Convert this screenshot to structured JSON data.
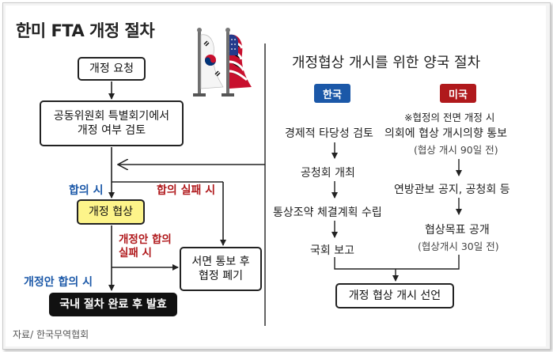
{
  "left_title": "한미 FTA 개정 절차",
  "right_title": "개정협상 개시를 위한 양국 절차",
  "left_flow": {
    "request": "개정 요청",
    "committee_line1": "공동위원회 특별회기에서",
    "committee_line2": "개정 여부 검토",
    "agree_label": "합의 시",
    "fail_label": "합의 실패 시",
    "negotiation": "개정 협상",
    "amend_fail_line1": "개정안 합의",
    "amend_fail_line2": "실패 시",
    "amend_agree_label": "개정안 합의 시",
    "notice_line1": "서면 통보 후",
    "notice_line2": "협정 폐기",
    "final": "국내 절차 완료 후 발효"
  },
  "korea": {
    "label": "한국",
    "color": "#1b58a8",
    "steps": [
      "경제적 타당성 검토",
      "공청회 개최",
      "통상조약 체결계획 수립",
      "국회 보고"
    ]
  },
  "usa": {
    "label": "미국",
    "color": "#b0191c",
    "note": "※협정의 전면 개정 시",
    "step1": "의회에 협상 개시의향 통보",
    "step1_sub": "(협상 개시 90일 전)",
    "step2": "연방관보 공지, 공청회 등",
    "step3": "협상목표 공개",
    "step3_sub": "(협상개시 30일 전)"
  },
  "launch": "개정 협상 개시 선언",
  "source": "자료/ 한국무역협회",
  "icons": [
    "korea-flag-icon",
    "usa-flag-icon"
  ]
}
